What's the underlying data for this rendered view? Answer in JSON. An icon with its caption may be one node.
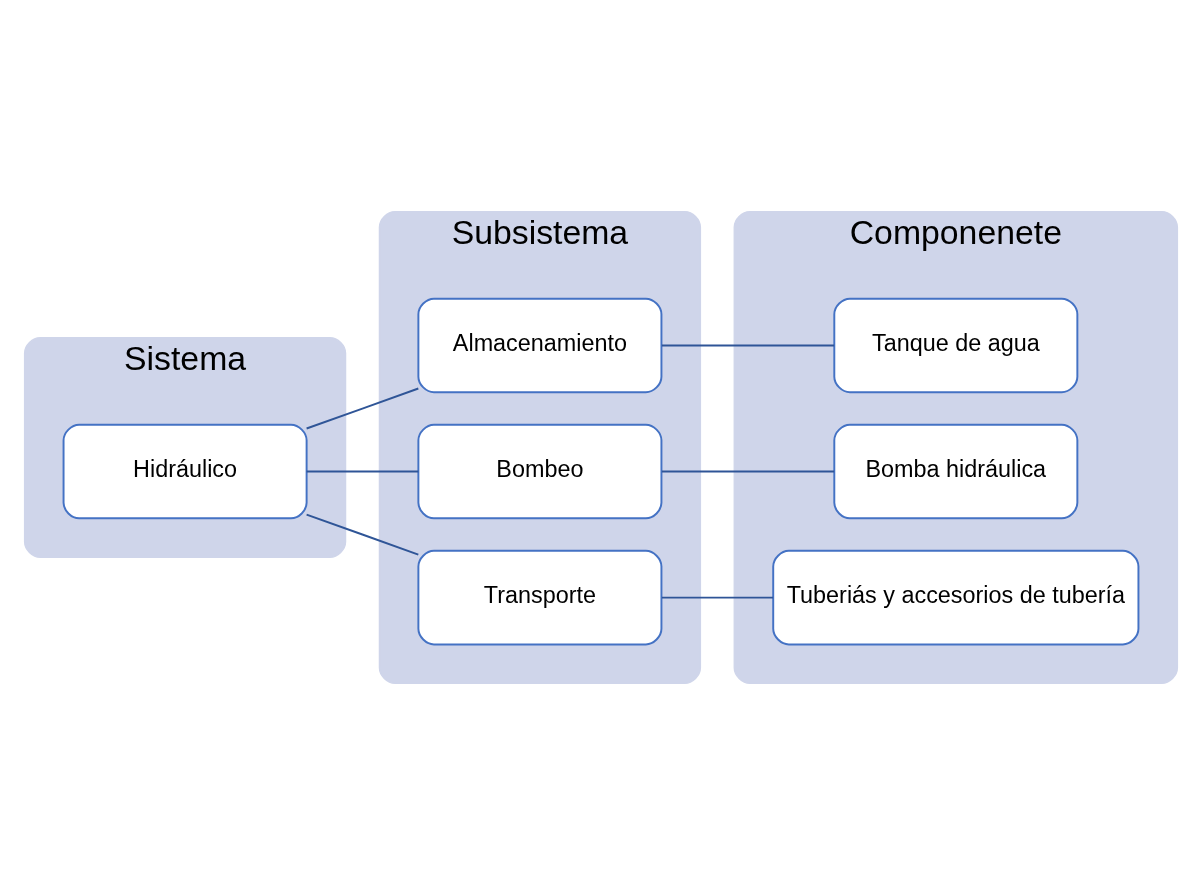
{
  "diagram": {
    "nodes": [
      {
        "text": [
          "Sistema"
        ]
      },
      {
        "text": [
          "Subsistema"
        ]
      },
      {
        "text": [
          "Componenete"
        ]
      },
      {
        "text": [
          "Hidráulico"
        ],
        "in": 0
      },
      {
        "text": [
          "Almacenamiento"
        ],
        "in": 1
      },
      {
        "text": [
          "Bombeo"
        ],
        "in": 1
      },
      {
        "text": [
          "Transporte"
        ],
        "in": 1
      },
      {
        "text": [
          "Tanque de agua"
        ],
        "in": 2
      },
      {
        "text": [
          "Bomba hidráulica"
        ],
        "in": 2
      },
      {
        "text": [
          "Tuberiás y accesorios de tubería"
        ],
        "in": 2
      }
    ],
    "edges": [
      {
        "from": 3,
        "to": 4,
        "arrow": "none"
      },
      {
        "from": 3,
        "to": 5,
        "arrow": "none"
      },
      {
        "from": 3,
        "to": 6,
        "arrow": "none"
      },
      {
        "from": 4,
        "to": 7,
        "arrow": "none"
      },
      {
        "from": 5,
        "to": 8,
        "arrow": "none"
      },
      {
        "from": 6,
        "to": 9,
        "arrow": "none"
      }
    ]
  }
}
